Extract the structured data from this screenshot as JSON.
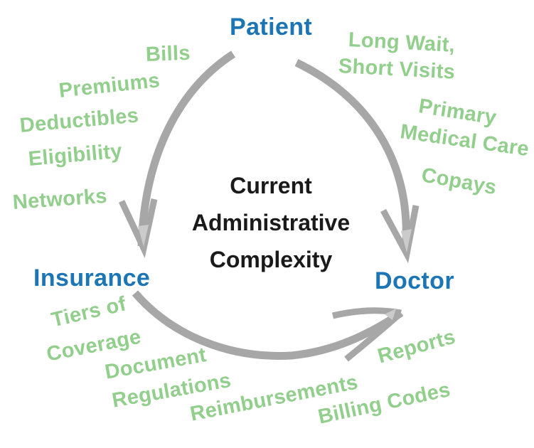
{
  "diagram": {
    "center_title": {
      "line1": "Current",
      "line2": "Administrative",
      "line3": "Complexity"
    },
    "nodes": {
      "patient": "Patient",
      "insurance": "Insurance",
      "doctor": "Doctor"
    },
    "patient_insurance_labels": {
      "bills": "Bills",
      "premiums": "Premiums",
      "deductibles": "Deductibles",
      "eligibility": "Eligibility",
      "networks": "Networks"
    },
    "patient_doctor_labels": {
      "long_wait": "Long Wait,",
      "short_visits": "Short Visits",
      "primary": "Primary",
      "medical_care": "Medical Care",
      "copays": "Copays"
    },
    "insurance_doctor_labels": {
      "tiers_of": "Tiers of",
      "coverage": "Coverage",
      "document": "Document",
      "regulations": "Regulations",
      "reimbursements": "Reimbursements",
      "billing_codes": "Billing Codes",
      "reports": "Reports"
    },
    "arrows": {
      "patient_to_insurance": "hand-drawn-curved-arrow-down-left",
      "patient_to_doctor": "hand-drawn-curved-arrow-down-right",
      "insurance_to_doctor": "hand-drawn-curved-arrow-up-right"
    },
    "colors": {
      "node_blue": "#1c75b4",
      "label_green": "#92ce8c",
      "arrow_gray": "#a7a7a7",
      "title_black": "#1a1a1a",
      "background": "#ffffff"
    }
  }
}
